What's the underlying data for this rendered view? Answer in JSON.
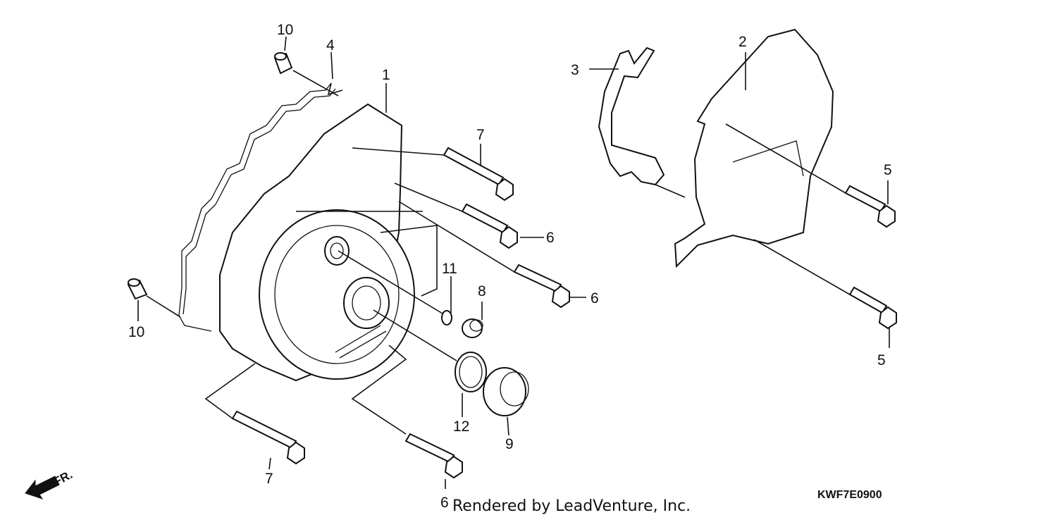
{
  "callouts": {
    "p1": "1",
    "p2": "2",
    "p3": "3",
    "p4": "4",
    "p5a": "5",
    "p5b": "5",
    "p6a": "6",
    "p6b": "6",
    "p6c": "6",
    "p7a": "7",
    "p7b": "7",
    "p8": "8",
    "p9": "9",
    "p10a": "10",
    "p10b": "10",
    "p11": "11",
    "p12": "12"
  },
  "direction_label": "FR.",
  "footer": {
    "credit": "Rendered by LeadVenture, Inc.",
    "diagram_code": "KWF7E0900"
  },
  "icons": [
    "front-direction-arrow-icon"
  ]
}
